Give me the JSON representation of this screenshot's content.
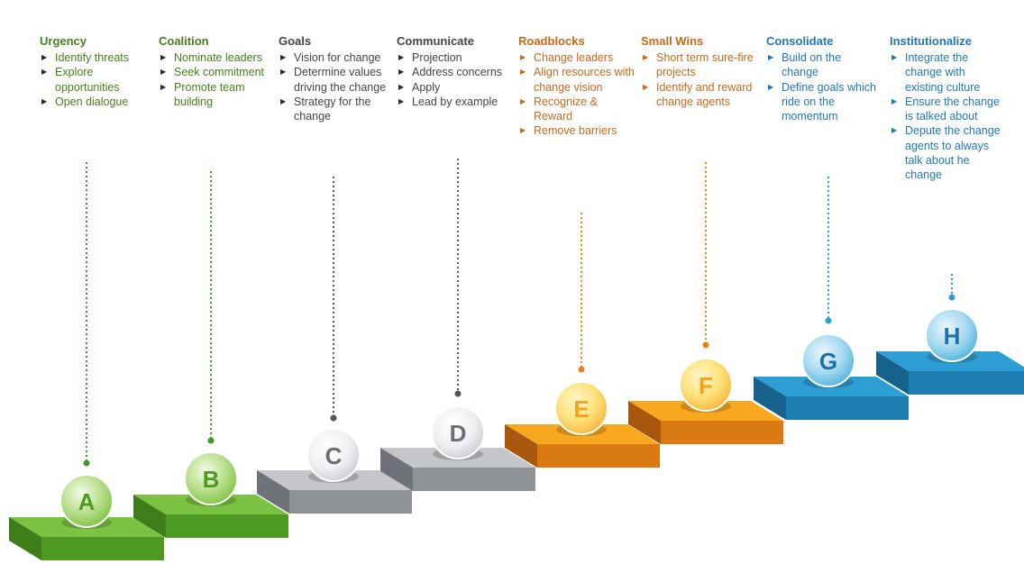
{
  "colors": {
    "green": "#7cc242",
    "gray": "#c4c6c9",
    "orange": "#f5a623",
    "blue": "#3aa8d8"
  },
  "steps": [
    {
      "letter": "A",
      "title": "Urgency",
      "color": "green",
      "bullets": [
        "Identify threats",
        "Explore opportunities",
        "Open dialogue"
      ]
    },
    {
      "letter": "B",
      "title": "Coalition",
      "color": "green",
      "bullets": [
        "Nominate leaders",
        "Seek commitment",
        "Promote team building"
      ]
    },
    {
      "letter": "C",
      "title": "Goals",
      "color": "gray",
      "bullets": [
        "Vision for change",
        "Determine values driving the change",
        "Strategy for the change"
      ]
    },
    {
      "letter": "D",
      "title": "Communicate",
      "color": "gray",
      "bullets": [
        "Projection",
        "Address concerns",
        "Apply",
        "Lead by example"
      ]
    },
    {
      "letter": "E",
      "title": "Roadblocks",
      "color": "orange",
      "bullets": [
        "Change leaders",
        "Align resources with change vision",
        "Recognize & Reward",
        "Remove barriers"
      ]
    },
    {
      "letter": "F",
      "title": "Small Wins",
      "color": "orange",
      "bullets": [
        "Short term sure-fire projects",
        "Identify and reward change agents"
      ]
    },
    {
      "letter": "G",
      "title": "Consolidate",
      "color": "blue",
      "bullets": [
        "Build on the change",
        "Define goals which ride on the momentum"
      ]
    },
    {
      "letter": "H",
      "title": "Institutionalize",
      "color": "blue",
      "bullets": [
        "Integrate the change with existing culture",
        "Ensure the change is talked about",
        "Depute the change agents to always talk about he change"
      ]
    }
  ]
}
